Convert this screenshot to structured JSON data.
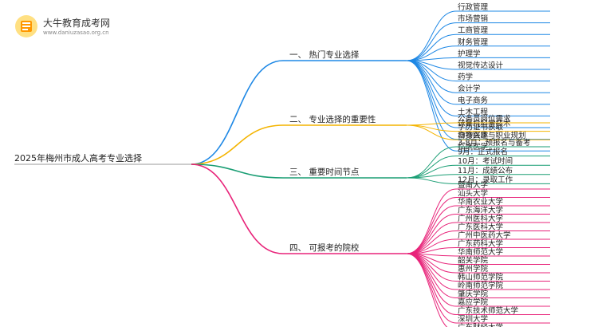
{
  "logo": {
    "title": "大牛教育成考网",
    "url": "www.daniuzasao.org.cn"
  },
  "root": {
    "label": "2025年梅州市成人高考专业选择"
  },
  "branches": [
    {
      "label": "一、 热门专业选择",
      "color": "#1e88e5",
      "children": [
        "行政管理",
        "市场营销",
        "工商管理",
        "财务管理",
        "护理学",
        "视觉传达设计",
        "药学",
        "会计学",
        "电子商务",
        "土木工程",
        "计算机科学技术",
        "动物医学",
        "临床医学"
      ]
    },
    {
      "label": "二、 专业选择的重要性",
      "color": "#f4b400",
      "children": [
        "公务员岗位需求",
        "学历证书获取",
        "自身兴趣与职业规划"
      ]
    },
    {
      "label": "三、 重要时间节点",
      "color": "#1a9e74",
      "children": [
        "3-8月：预报名与备考",
        "9月：正式报名",
        "10月：考试时间",
        "11月：成绩公布",
        "12月：录取工作"
      ]
    },
    {
      "label": "四、 可报考的院校",
      "color": "#e8247a",
      "children": [
        "暨南大学",
        "汕头大学",
        "华南农业大学",
        "广东海洋大学",
        "广州医科大学",
        "广东医科大学",
        "广州中医药大学",
        "广东药科大学",
        "华南师范大学",
        "韶关学院",
        "惠州学院",
        "韩山师范学院",
        "岭南师范学院",
        "肇庆学院",
        "嘉应学院",
        "广东技术师范大学",
        "深圳大学",
        "广东财经大学"
      ]
    }
  ]
}
